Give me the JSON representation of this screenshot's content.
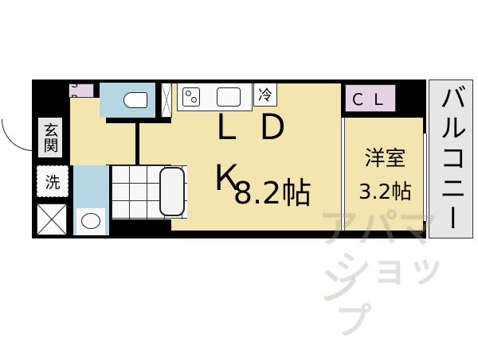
{
  "floorplan": {
    "rooms": {
      "ldk": {
        "name": "ＬＤＫ",
        "size": "8.2帖"
      },
      "western_room": {
        "name": "洋室",
        "size": "3.2帖"
      },
      "balcony": {
        "name": "バルコニー"
      },
      "entrance": {
        "name": "玄関"
      },
      "washer": {
        "name": "洗"
      },
      "shoe_box": {
        "name": "ＳＢ"
      },
      "closet": {
        "name": "ＣＬ"
      },
      "fridge": {
        "name": "冷"
      }
    },
    "watermark": {
      "line1": "アパマン",
      "line2": "ショップ"
    },
    "colors": {
      "floor_yellow": "#f3e4b0",
      "wet_area_blue": "#b7d6e4",
      "storage_purple": "#e5d3e3",
      "balcony_grey": "#e6e6e6",
      "wall": "#000000"
    }
  }
}
